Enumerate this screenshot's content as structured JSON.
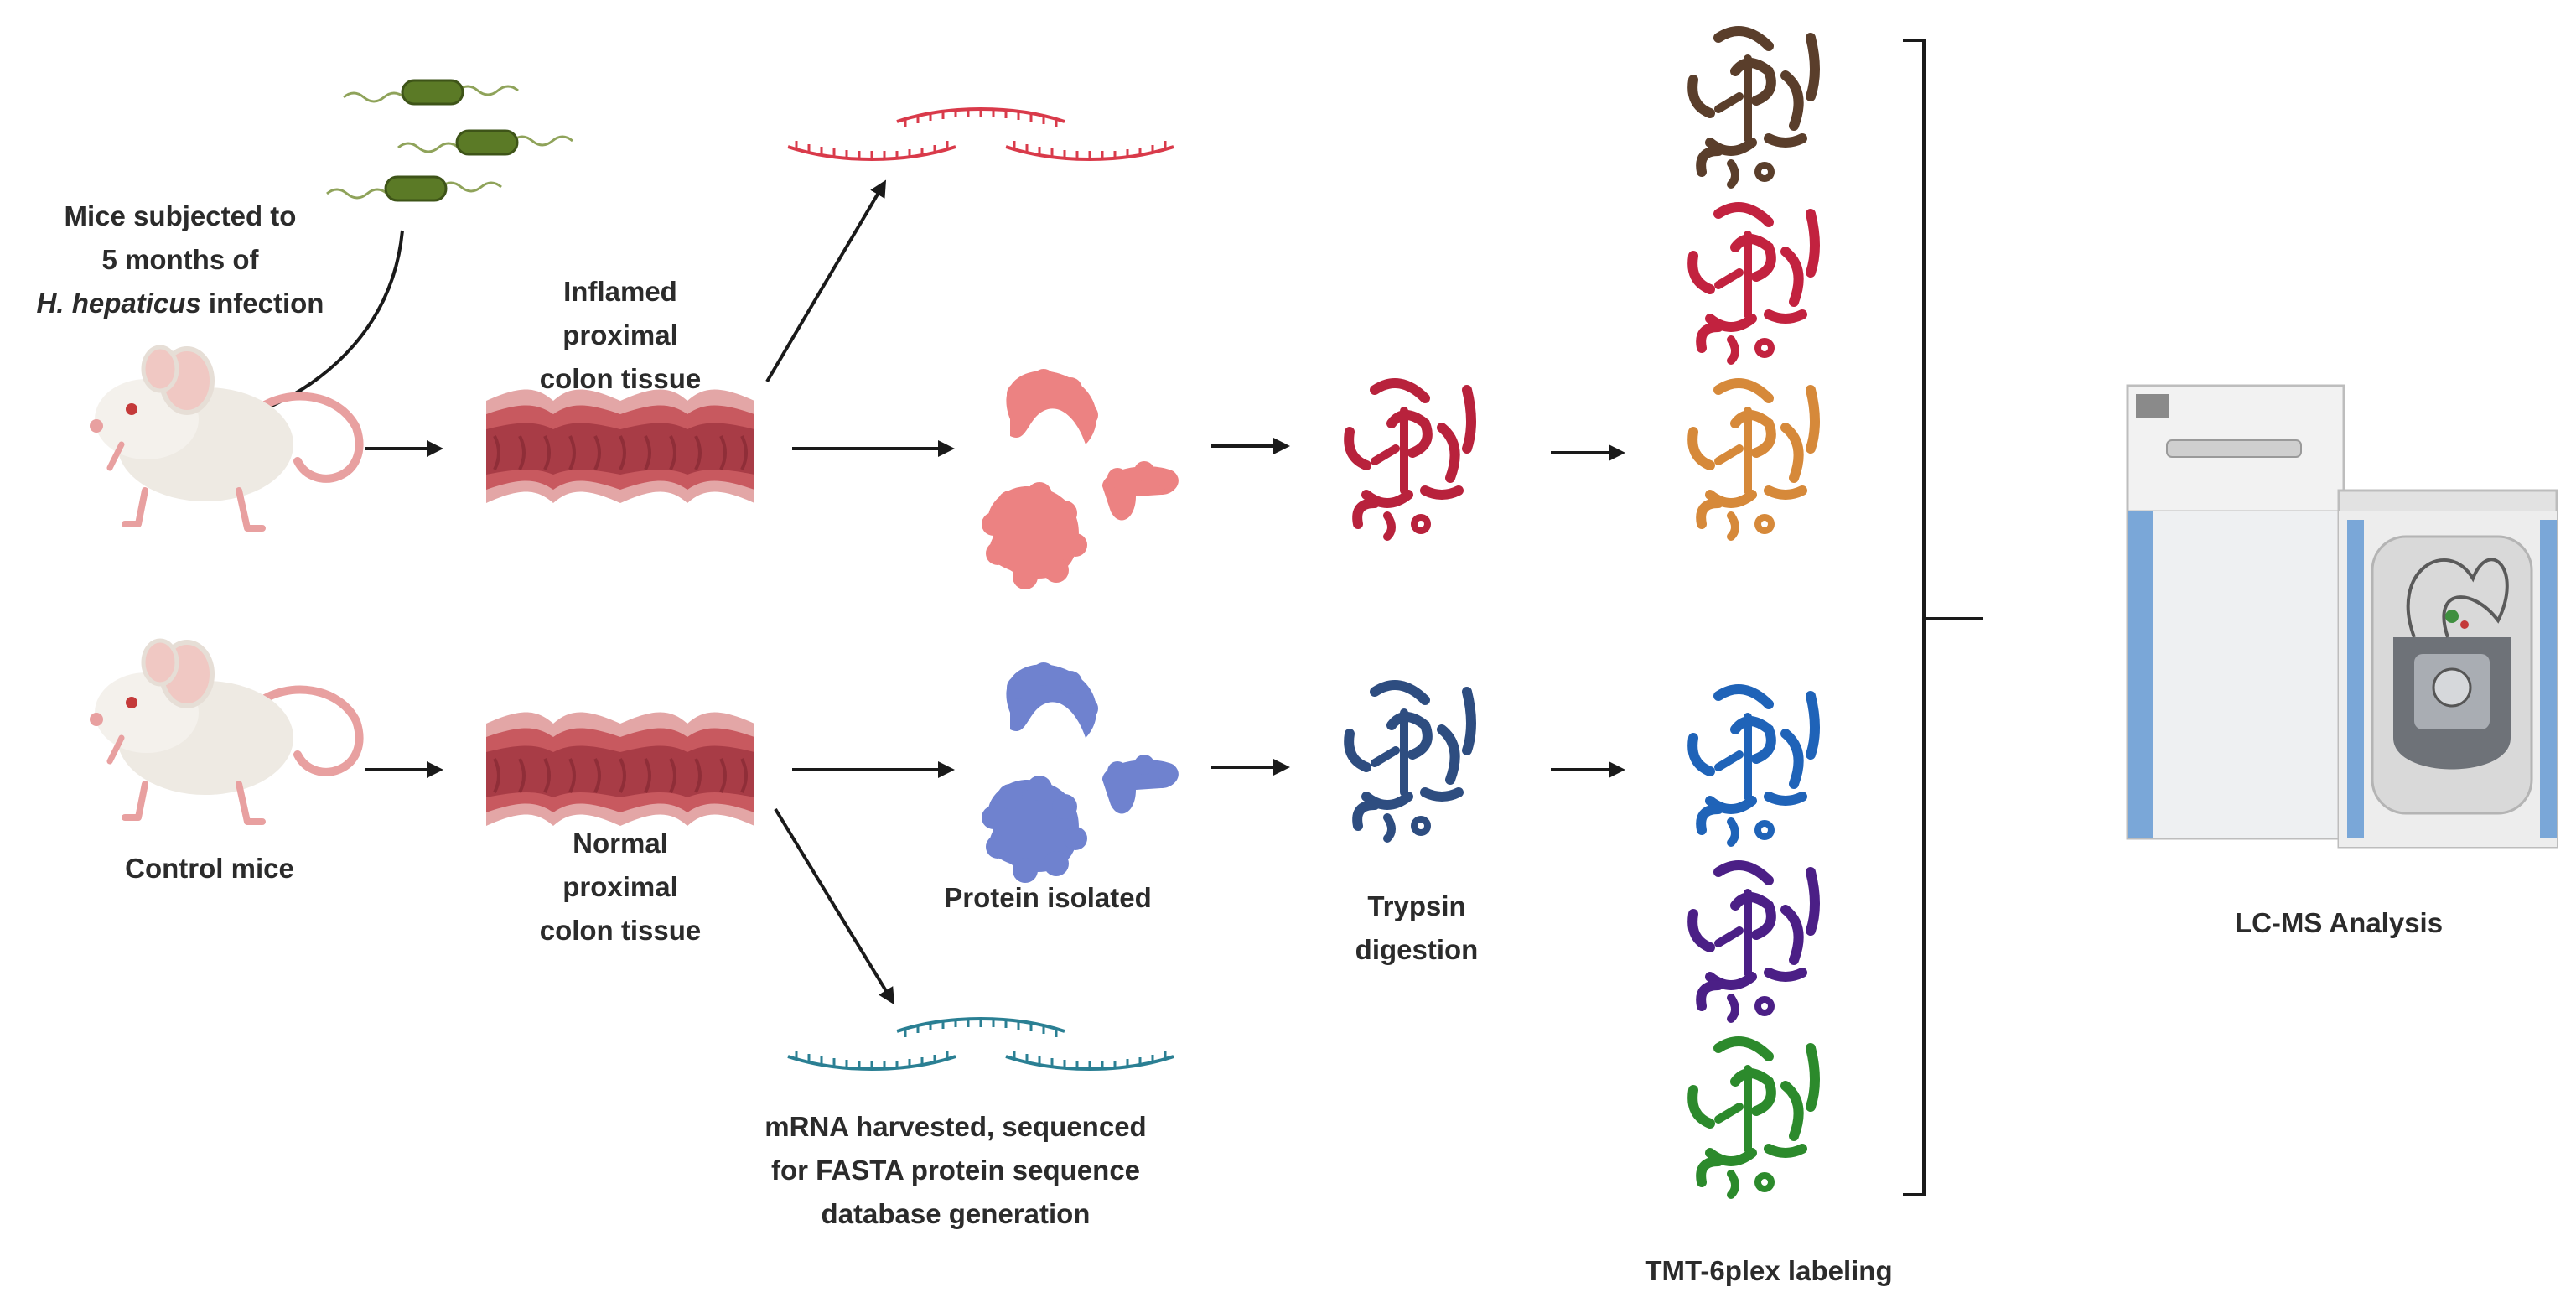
{
  "labels": {
    "infected_mice": {
      "line1": "Mice subjected to",
      "line2": "5 months of",
      "line3_italic": "H. hepaticus",
      "line3_rest": " infection"
    },
    "control_mice": "Control mice",
    "inflamed_tissue": [
      "Inflamed",
      "proximal",
      "colon tissue"
    ],
    "normal_tissue": [
      "Normal",
      "proximal",
      "colon tissue"
    ],
    "protein_isolated": "Protein isolated",
    "mrna": [
      "mRNA harvested, sequenced",
      "for FASTA protein sequence",
      "database generation"
    ],
    "trypsin": [
      "Trypsin",
      "digestion"
    ],
    "tmt": "TMT-6plex labeling",
    "lcms": "LC-MS Analysis"
  },
  "colors": {
    "infected_protein": "#ec8282",
    "control_protein": "#6f82cf",
    "infected_peptide": "#b8223c",
    "control_peptide": "#2e4d80",
    "mrna_infected": "#d93a4a",
    "mrna_control": "#2a7f93",
    "bacteria": "#5b7a26",
    "tmt_labels": [
      "#5a3e2b",
      "#c2223f",
      "#d6893a",
      "#1f63b8",
      "#4b1f86",
      "#2c8a2c"
    ]
  },
  "icons": [
    "bacteria-icon",
    "mouse-icon",
    "colon-tissue-icon",
    "protein-icon",
    "peptide-icon",
    "mrna-strand-icon",
    "mass-spectrometer-icon",
    "bracket-icon",
    "arrow-icon"
  ]
}
